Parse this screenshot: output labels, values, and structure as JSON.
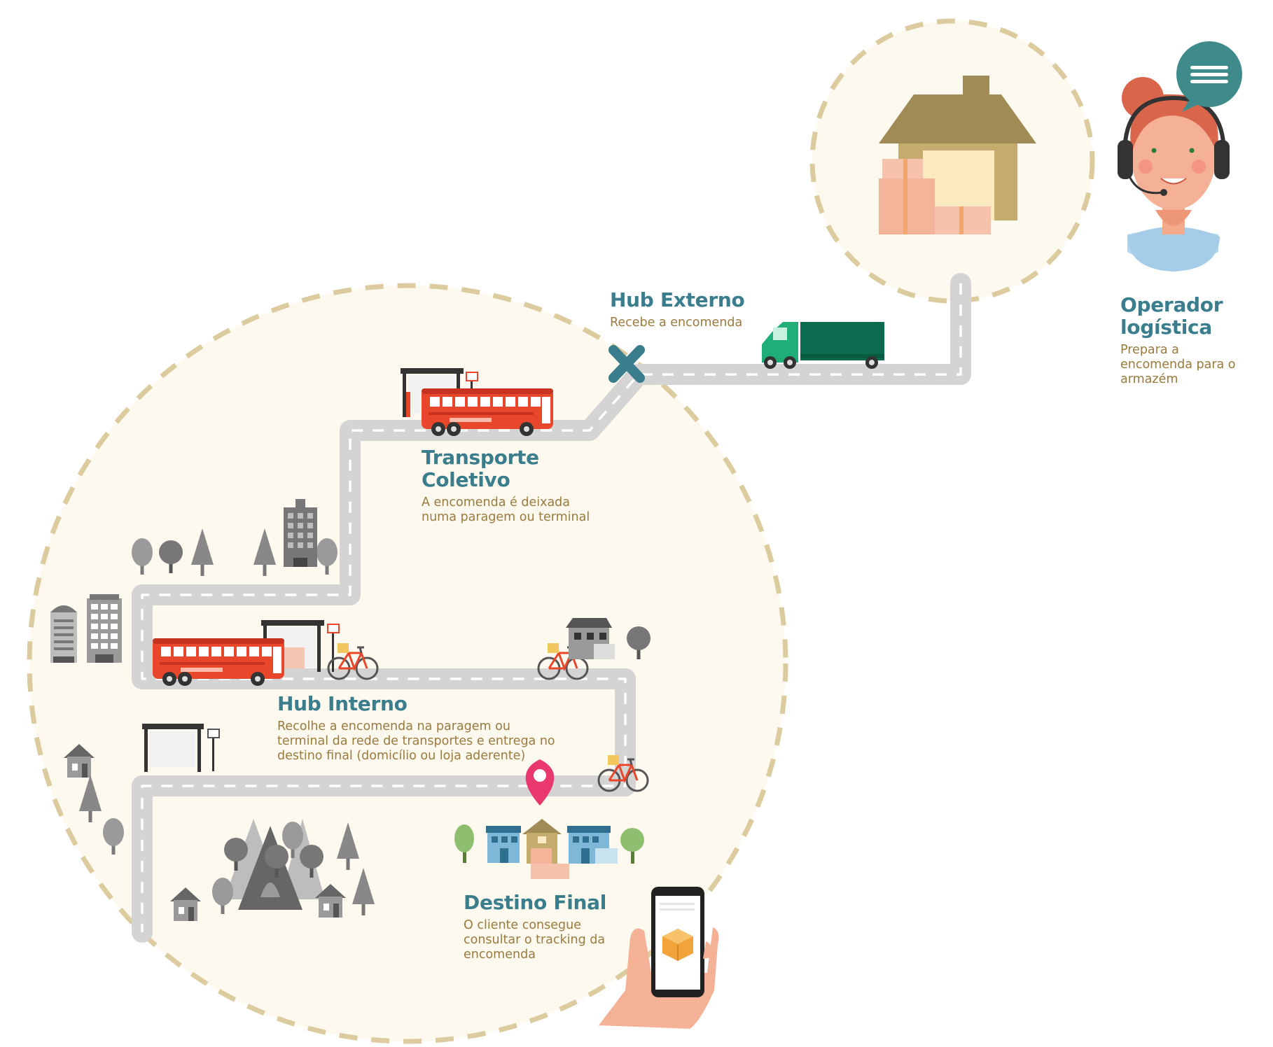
{
  "stages": {
    "operador": {
      "title": "Operador logística",
      "desc": "Prepara a encomenda para o armazém"
    },
    "hub_externo": {
      "title": "Hub Externo",
      "desc": "Recebe a encomenda"
    },
    "transporte_coletivo": {
      "title": "Transporte Coletivo",
      "desc": "A encomenda é deixada numa paragem ou terminal"
    },
    "hub_interno": {
      "title": "Hub Interno",
      "desc": "Recolhe a encomenda na paragem ou terminal da rede de transportes e entrega no destino final (domicílio ou loja aderente)"
    },
    "destino_final": {
      "title": "Destino Final",
      "desc": "O cliente consegue consultar o tracking da encomenda"
    }
  },
  "colors": {
    "title": "#3a7d8c",
    "desc": "#9a7a3e",
    "circle_fill": "#fdf9ee",
    "circle_dash": "#dccb9e",
    "road": "#d4d4d4",
    "road_dash": "#ffffff",
    "bus": "#e8472b",
    "truck_cab": "#1fae78",
    "truck_box": "#0b6b4e",
    "pin": "#e8386e",
    "warehouse_roof": "#a08a55",
    "box": "#f4b49a"
  },
  "icons": [
    "warehouse-icon",
    "truck-icon",
    "hub-x-icon",
    "bus-icon",
    "bus-stop-icon",
    "bicycle-icon",
    "tree-icon",
    "building-icon",
    "house-icon",
    "mountain-icon",
    "location-pin-icon",
    "smartphone-icon",
    "package-icon",
    "headset-operator-icon",
    "chat-bubble-icon"
  ]
}
